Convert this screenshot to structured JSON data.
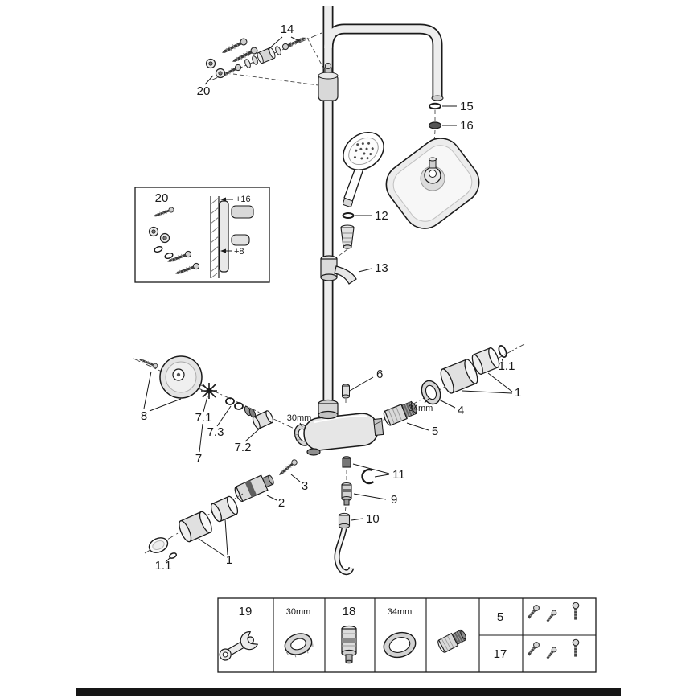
{
  "diagram": {
    "callouts": {
      "n14": "14",
      "n20_top": "20",
      "n15": "15",
      "n16": "16",
      "n12": "12",
      "n13": "13",
      "n6": "6",
      "n4": "4",
      "n5": "5",
      "n34mm": "34mm",
      "n30mm": "30mm",
      "n1_right": "1",
      "n1_1_right": "1.1",
      "n8": "8",
      "n7": "7",
      "n7_1": "7.1",
      "n7_2": "7.2",
      "n7_3": "7.3",
      "n3": "3",
      "n2": "2",
      "n11": "11",
      "n9": "9",
      "n10": "10",
      "n1_left": "1",
      "n1_1_left": "1.1"
    },
    "inset": {
      "title": "20",
      "dim_top": "+16",
      "dim_bottom": "+8"
    },
    "legend": {
      "c19": "19",
      "c30mm": "30mm",
      "c18": "18",
      "c34mm": "34mm",
      "c5": "5",
      "c17": "17",
      "icons": [
        "wrench-icon",
        "nut-30mm-icon",
        "cartridge-icon",
        "ring-34mm-icon",
        "coupling-icon",
        "screw-set-icon",
        "screw-set-icon"
      ]
    }
  }
}
